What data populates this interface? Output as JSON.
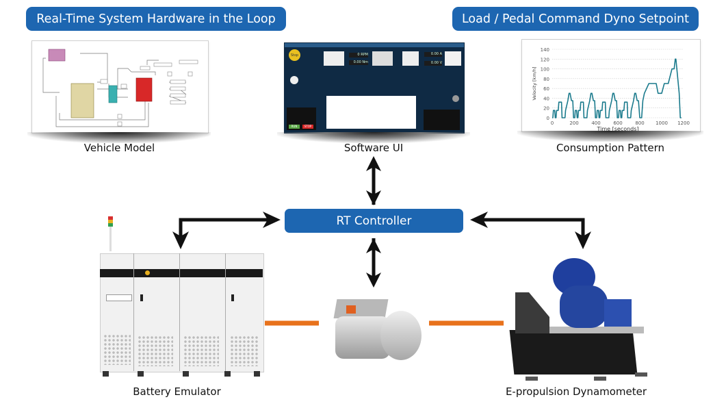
{
  "headers": {
    "left": "Real-Time System Hardware in the Loop",
    "right": "Load / Pedal Command Dyno Setpoint"
  },
  "panels": {
    "vehicle_model": {
      "caption": "Vehicle Model"
    },
    "software_ui": {
      "caption": "Software UI",
      "stop_label": "Stop",
      "speed_readout": "0 RPM",
      "torque_readout": "0.00 Nm",
      "dc_current_readout": "0.00 A",
      "dc_voltage_readout": "0.00 V",
      "run_button": "RUN",
      "stop_button": "STOP"
    },
    "consumption_pattern": {
      "caption": "Consumption Pattern"
    }
  },
  "controller": {
    "label": "RT Controller"
  },
  "devices": {
    "battery_emulator": {
      "caption": "Battery Emulator"
    },
    "motor_unit": {
      "caption": ""
    },
    "dynamometer": {
      "caption": "E-propulsion Dynamometer"
    }
  },
  "colors": {
    "brand_blue": "#1d66b1",
    "arrow": "#111111",
    "link_orange": "#e8721c",
    "chart_line": "#1a7a8c"
  },
  "chart_data": {
    "type": "line",
    "title": "",
    "xlabel": "Time [seconds]",
    "ylabel": "Velocity [km/h]",
    "xlim": [
      0,
      1200
    ],
    "ylim": [
      0,
      140
    ],
    "xticks": [
      0,
      200,
      400,
      600,
      800,
      1000,
      1200
    ],
    "yticks": [
      0,
      20,
      40,
      60,
      80,
      100,
      120,
      140
    ],
    "grid": true,
    "series": [
      {
        "name": "Velocity",
        "x": [
          0,
          6,
          11,
          23,
          28,
          35,
          40,
          55,
          61,
          85,
          90,
          117,
          122,
          143,
          154,
          163,
          176,
          188,
          195,
          206,
          211,
          223,
          228,
          235,
          240,
          255,
          261,
          285,
          290,
          317,
          322,
          343,
          354,
          363,
          376,
          388,
          395,
          406,
          411,
          423,
          428,
          435,
          440,
          455,
          461,
          485,
          490,
          517,
          522,
          543,
          554,
          563,
          576,
          588,
          595,
          606,
          611,
          623,
          628,
          635,
          640,
          655,
          661,
          685,
          690,
          717,
          722,
          743,
          754,
          763,
          776,
          788,
          800,
          812,
          817,
          828,
          842,
          883,
          890,
          950,
          967,
          1000,
          1024,
          1050,
          1060,
          1094,
          1114,
          1124,
          1130,
          1160,
          1170,
          1180
        ],
        "values": [
          0,
          0,
          15,
          15,
          0,
          0,
          15,
          15,
          32,
          32,
          0,
          0,
          15,
          35,
          50,
          50,
          35,
          35,
          0,
          0,
          15,
          15,
          0,
          0,
          15,
          15,
          32,
          32,
          0,
          0,
          15,
          35,
          50,
          50,
          35,
          35,
          0,
          0,
          15,
          15,
          0,
          0,
          15,
          15,
          32,
          32,
          0,
          0,
          15,
          35,
          50,
          50,
          35,
          35,
          0,
          0,
          15,
          15,
          0,
          0,
          15,
          15,
          32,
          32,
          0,
          0,
          15,
          35,
          50,
          50,
          35,
          35,
          0,
          0,
          0,
          35,
          50,
          70,
          70,
          70,
          50,
          50,
          70,
          70,
          70,
          100,
          100,
          120,
          120,
          50,
          0,
          0
        ]
      }
    ]
  }
}
